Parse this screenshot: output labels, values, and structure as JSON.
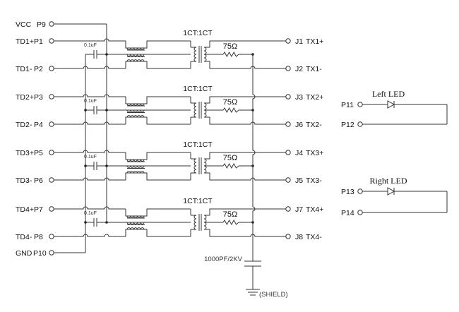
{
  "left_pins": [
    {
      "signal": "VCC",
      "pin": "P9"
    },
    {
      "signal": "TD1+",
      "pin": "P1"
    },
    {
      "signal": "TD1-",
      "pin": "P2"
    },
    {
      "signal": "TD2+",
      "pin": "P3"
    },
    {
      "signal": "TD2-",
      "pin": "P4"
    },
    {
      "signal": "TD3+",
      "pin": "P5"
    },
    {
      "signal": "TD3-",
      "pin": "P6"
    },
    {
      "signal": "TD4+",
      "pin": "P7"
    },
    {
      "signal": "TD4-",
      "pin": "P8"
    },
    {
      "signal": "GND",
      "pin": "P10"
    }
  ],
  "channels": [
    {
      "transformer_label": "1CT:1CT",
      "resistor_label": "75Ω",
      "cap_label": "0.1uF",
      "out_pos": {
        "pin": "J1",
        "signal": "TX1+"
      },
      "out_neg": {
        "pin": "J2",
        "signal": "TX1-"
      }
    },
    {
      "transformer_label": "1CT:1CT",
      "resistor_label": "75Ω",
      "cap_label": "0.1uF",
      "out_pos": {
        "pin": "J3",
        "signal": "TX2+"
      },
      "out_neg": {
        "pin": "J6",
        "signal": "TX2-"
      }
    },
    {
      "transformer_label": "1CT:1CT",
      "resistor_label": "75Ω",
      "cap_label": "0.1uF",
      "out_pos": {
        "pin": "J4",
        "signal": "TX3+"
      },
      "out_neg": {
        "pin": "J5",
        "signal": "TX3-"
      }
    },
    {
      "transformer_label": "1CT:1CT",
      "resistor_label": "75Ω",
      "cap_label": "0.1uF",
      "out_pos": {
        "pin": "J7",
        "signal": "TX4+"
      },
      "out_neg": {
        "pin": "J8",
        "signal": "TX4-"
      }
    }
  ],
  "shield_cap_label": "1000PF/2KV",
  "shield_label": "(SHIELD)",
  "leds": [
    {
      "title": "Left LED",
      "anode_pin": "P11",
      "cathode_pin": "P12"
    },
    {
      "title": "Right LED",
      "anode_pin": "P13",
      "cathode_pin": "P14"
    }
  ]
}
